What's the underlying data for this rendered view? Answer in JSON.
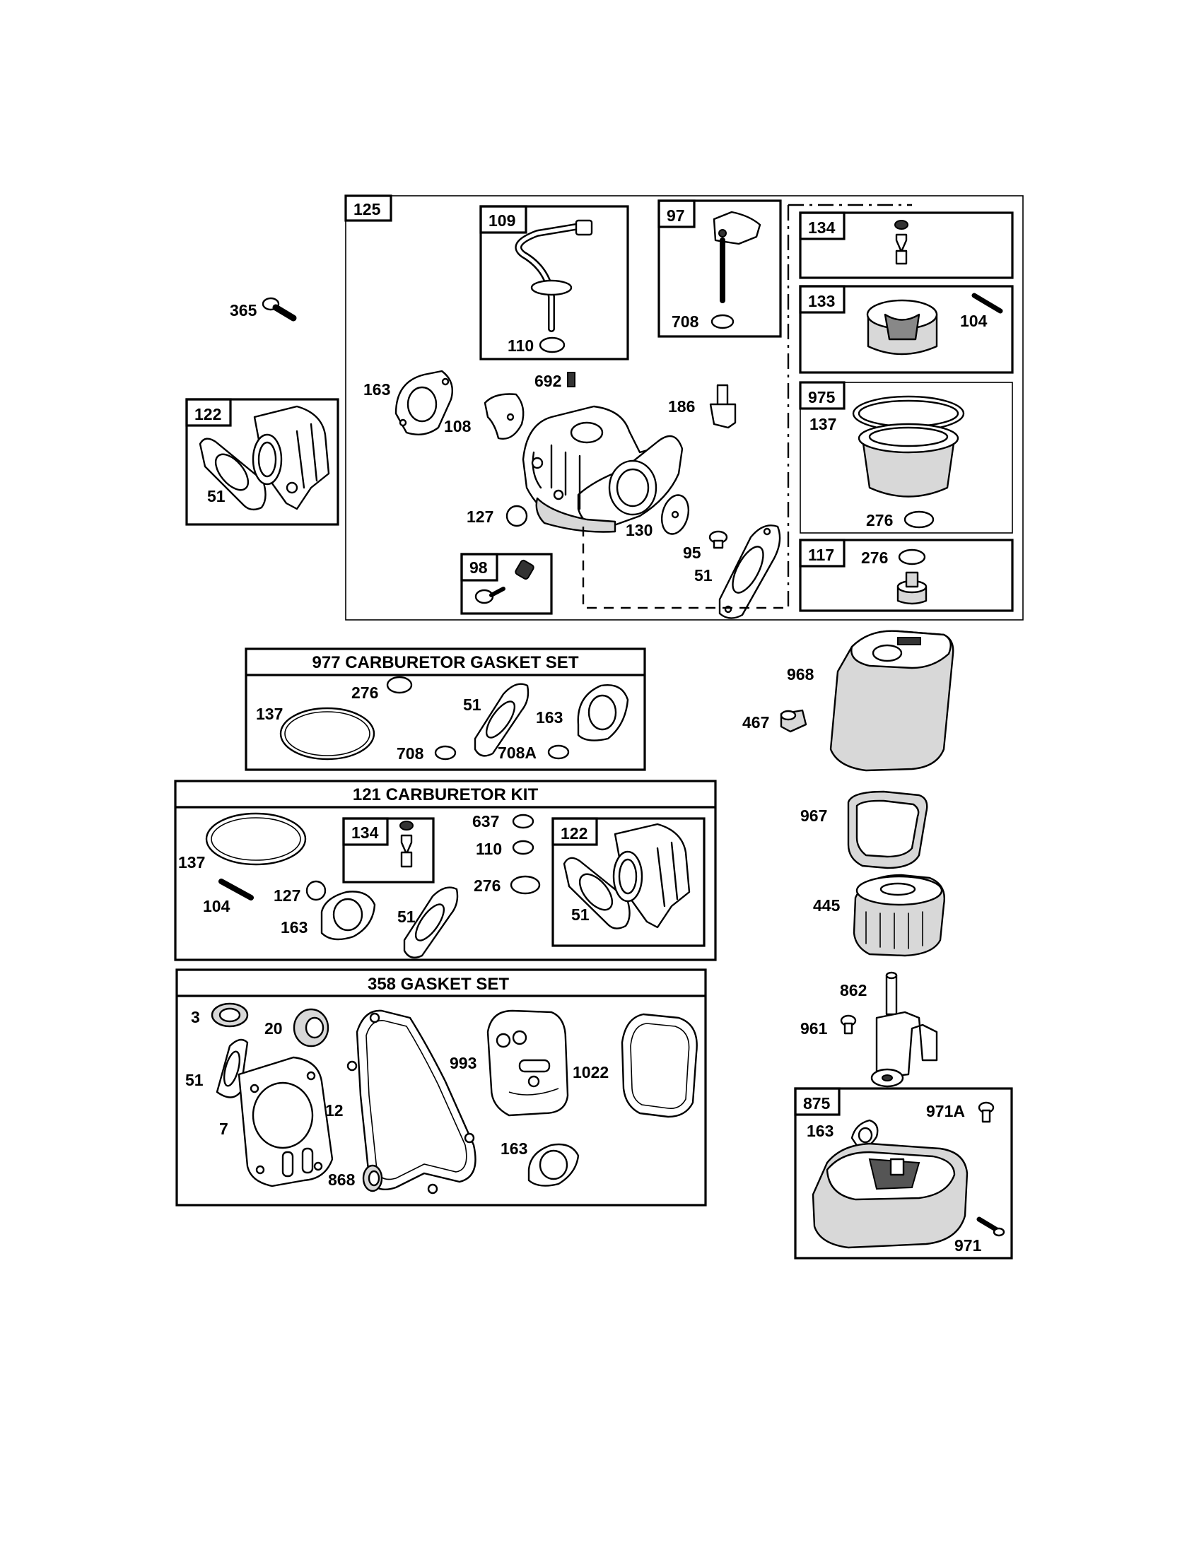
{
  "kits": {
    "gasket_977": "977 CARBURETOR  GASKET SET",
    "kit_121": "121 CARBURETOR KIT",
    "gasket_358": "358 GASKET SET"
  },
  "callouts": {
    "c365": "365",
    "c125": "125",
    "c109": "109",
    "c110": "110",
    "c97": "97",
    "c708": "708",
    "c134": "134",
    "c133": "133",
    "c104": "104",
    "c975": "975",
    "c137": "137",
    "c276": "276",
    "c117": "117",
    "c276b": "276",
    "c163": "163",
    "c692": "692",
    "c186": "186",
    "c108": "108",
    "c122": "122",
    "c51": "51",
    "c127": "127",
    "c130": "130",
    "c95": "95",
    "c51b": "51",
    "c98": "98",
    "g977_276": "276",
    "g977_137": "137",
    "g977_51": "51",
    "g977_163": "163",
    "g977_708": "708",
    "g977_708A": "708A",
    "k121_137": "137",
    "k121_134": "134",
    "k121_637": "637",
    "k121_110": "110",
    "k121_276": "276",
    "k121_122": "122",
    "k121_104": "104",
    "k121_127": "127",
    "k121_163": "163",
    "k121_51": "51",
    "k121_51b": "51",
    "g358_3": "3",
    "g358_20": "20",
    "g358_51": "51",
    "g358_7": "7",
    "g358_12": "12",
    "g358_993": "993",
    "g358_1022": "1022",
    "g358_163": "163",
    "g358_868": "868",
    "c968": "968",
    "c467": "467",
    "c967": "967",
    "c445": "445",
    "c862": "862",
    "c961": "961",
    "c875": "875",
    "c971A": "971A",
    "c163b": "163",
    "c971": "971"
  }
}
